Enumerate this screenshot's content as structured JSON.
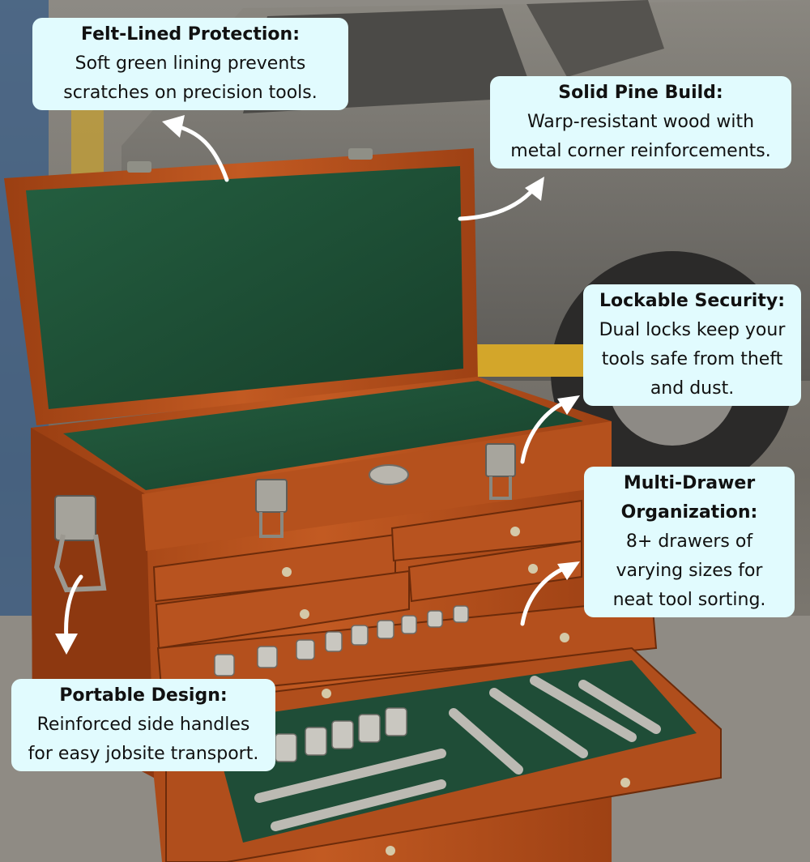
{
  "scene": {
    "subject": "wooden-tool-chest",
    "colors": {
      "wood": "#b5511d",
      "wood_dark": "#7a300c",
      "felt": "#1f5a3c",
      "felt_dark": "#163f2a",
      "callout_bg": "#e1fbfe",
      "arrow": "#ffffff"
    }
  },
  "callouts": {
    "felt": {
      "title": "Felt-Lined Protection:",
      "lines": [
        "Soft green lining prevents",
        "scratches on precision tools."
      ]
    },
    "pine": {
      "title": "Solid Pine Build:",
      "lines": [
        "Warp-resistant wood with",
        "metal corner reinforcements."
      ]
    },
    "lock": {
      "title": "Lockable Security:",
      "lines": [
        "Dual locks keep your",
        "tools safe from theft",
        "and dust."
      ]
    },
    "drawer": {
      "title_lines": [
        "Multi-Drawer",
        "Organization:"
      ],
      "lines": [
        "8+ drawers of",
        "varying sizes for",
        "neat tool sorting."
      ]
    },
    "portable": {
      "title": "Portable Design:",
      "lines": [
        "Reinforced side handles",
        "for easy jobsite transport."
      ]
    }
  }
}
